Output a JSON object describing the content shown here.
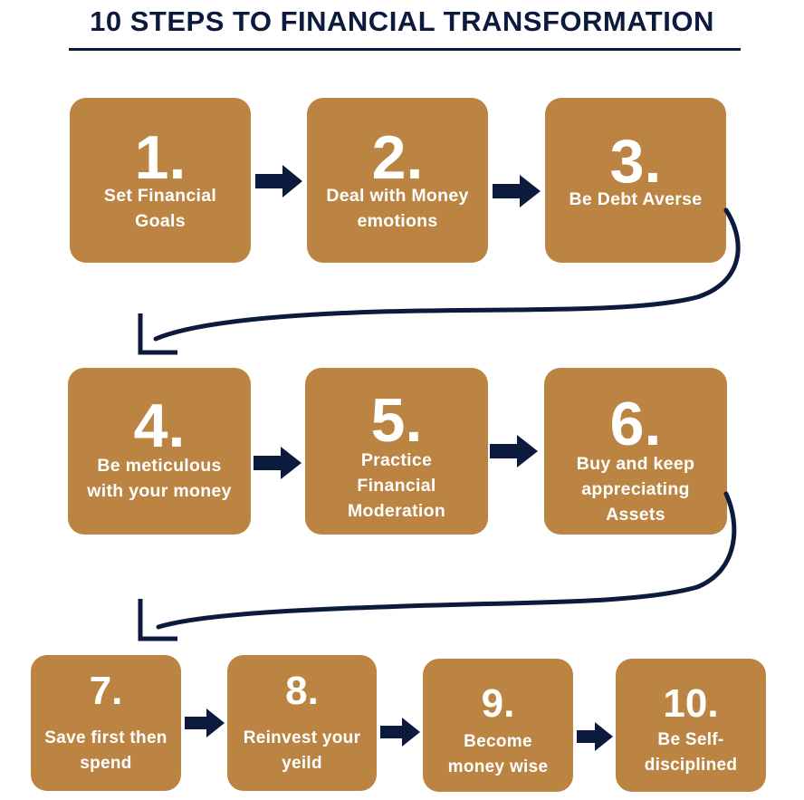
{
  "title": "10 STEPS TO FINANCIAL TRANSFORMATION",
  "colors": {
    "box": "#bc8443",
    "accent": "#0b1a3d",
    "text": "#ffffff"
  },
  "steps": [
    {
      "number": "1.",
      "lines": [
        "Set Financial",
        "Goals"
      ]
    },
    {
      "number": "2.",
      "lines": [
        "Deal with Money",
        "emotions"
      ]
    },
    {
      "number": "3.",
      "lines": [
        "Be Debt Averse"
      ]
    },
    {
      "number": "4.",
      "lines": [
        "Be meticulous",
        "with your money"
      ]
    },
    {
      "number": "5.",
      "lines": [
        "Practice",
        "Financial",
        "Moderation"
      ]
    },
    {
      "number": "6.",
      "lines": [
        "Buy and keep",
        "appreciating",
        "Assets"
      ]
    },
    {
      "number": "7.",
      "lines": [
        "Save first then",
        "spend"
      ]
    },
    {
      "number": "8.",
      "lines": [
        "Reinvest your",
        "yeild"
      ]
    },
    {
      "number": "9.",
      "lines": [
        "Become",
        "money wise"
      ]
    },
    {
      "number": "10.",
      "lines": [
        "Be Self-",
        "disciplined"
      ]
    }
  ],
  "icons": {
    "arrow": "right-arrow-icon",
    "turn": "corner-turn-icon"
  }
}
